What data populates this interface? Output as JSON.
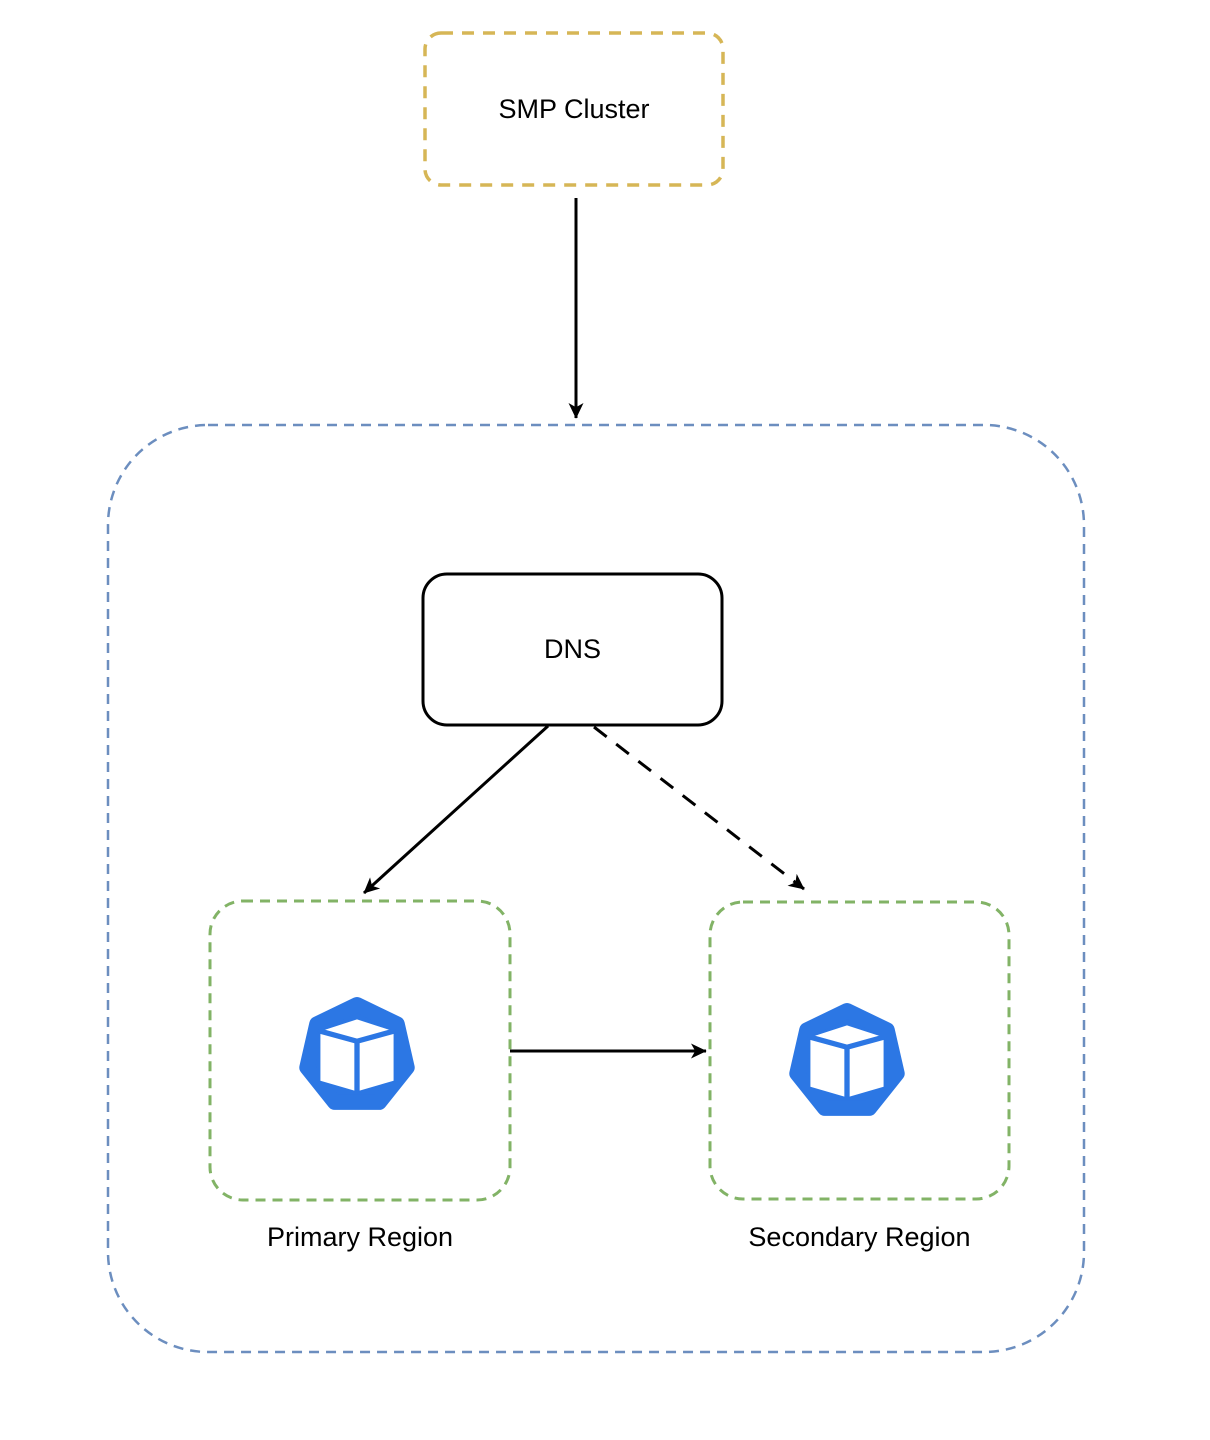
{
  "diagram": {
    "type": "architecture-diagram",
    "nodes": {
      "smp_cluster": {
        "label": "SMP Cluster",
        "shape": "rounded-rect-dashed-orange"
      },
      "region_container": {
        "label": "",
        "shape": "rounded-rect-dashed-blue"
      },
      "dns": {
        "label": "DNS",
        "shape": "rounded-rect-solid-black"
      },
      "primary_region": {
        "label": "Primary Region",
        "shape": "rounded-rect-dashed-green",
        "icon": "kubernetes-cluster-icon"
      },
      "secondary_region": {
        "label": "Secondary Region",
        "shape": "rounded-rect-dashed-green",
        "icon": "kubernetes-cluster-icon"
      }
    },
    "edges": [
      {
        "from": "smp_cluster",
        "to": "region_container",
        "style": "solid",
        "arrow": "filled"
      },
      {
        "from": "dns",
        "to": "primary_region",
        "style": "solid",
        "arrow": "filled"
      },
      {
        "from": "dns",
        "to": "secondary_region",
        "style": "dashed",
        "arrow": "filled"
      },
      {
        "from": "primary_region",
        "to": "secondary_region",
        "style": "solid",
        "arrow": "filled"
      }
    ],
    "colors": {
      "smp_border": "#D6B656",
      "container_border": "#6C8EBF",
      "region_border": "#82B366",
      "icon_blue": "#2C77E4",
      "line": "#000000",
      "text": "#000000",
      "background": "#FFFFFF"
    }
  }
}
